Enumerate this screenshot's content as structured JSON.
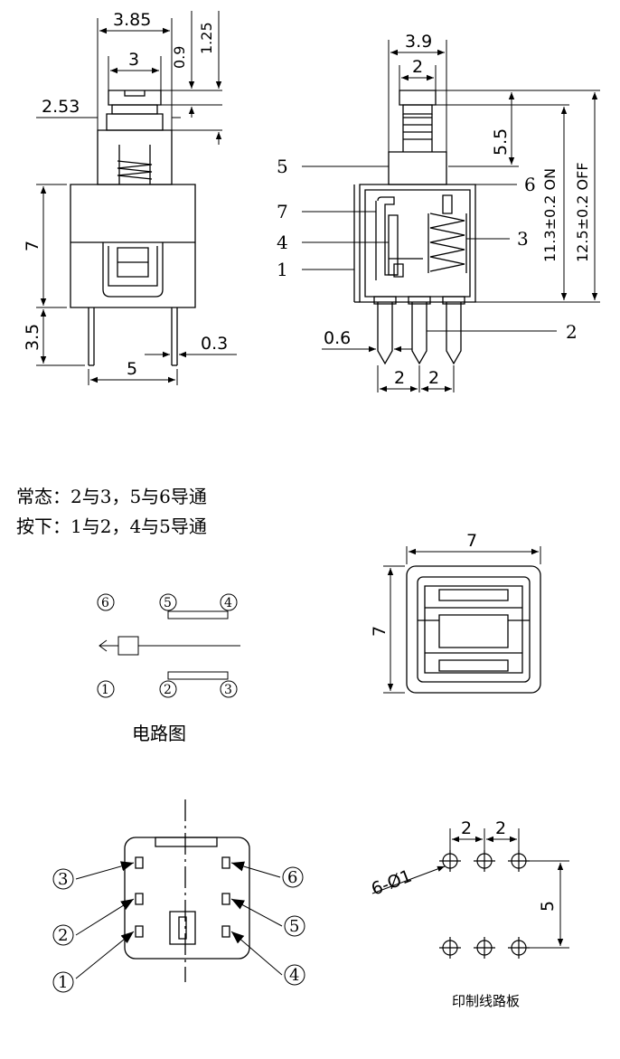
{
  "front_view": {
    "width_top": "3.85",
    "width_button": "3",
    "height_0_9": "0.9",
    "height_1_25": "1.25",
    "width_2_53": "2.53",
    "body_height": "7",
    "pin_length": "3.5",
    "pin_spacing": "5",
    "pin_thickness": "0.3"
  },
  "side_view": {
    "width_top": "3.9",
    "width_button": "2",
    "stroke": "5.5",
    "height_on": "11.3±0.2 ON",
    "height_off": "12.5±0.2 OFF",
    "pin_width": "0.6",
    "pin_pitch_a": "2",
    "pin_pitch_b": "2",
    "callouts": [
      "5",
      "6",
      "7",
      "4",
      "3",
      "1",
      "2"
    ]
  },
  "notes": {
    "normal_state": "常态：2与3，5与6导通",
    "pressed_state": "按下：1与2，4与5导通"
  },
  "circuit": {
    "pins_top": [
      "6",
      "5",
      "4"
    ],
    "pins_bottom": [
      "1",
      "2",
      "3"
    ],
    "caption": "电路图"
  },
  "top_view": {
    "width": "7",
    "height": "7"
  },
  "bottom_view": {
    "pins_left": [
      "3",
      "2",
      "1"
    ],
    "pins_right": [
      "6",
      "5",
      "4"
    ]
  },
  "pcb": {
    "pitch_a": "2",
    "pitch_b": "2",
    "row_spacing": "5",
    "hole_spec": "6-Ø1",
    "caption": "印制线路板"
  }
}
